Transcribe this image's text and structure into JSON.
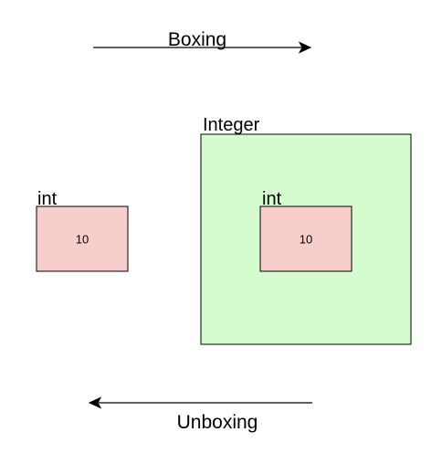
{
  "diagram": {
    "top_arrow": {
      "label": "Boxing",
      "direction": "right"
    },
    "bottom_arrow": {
      "label": "Unboxing",
      "direction": "left"
    },
    "standalone_int": {
      "type_label": "int",
      "value": "10"
    },
    "integer_box": {
      "type_label": "Integer",
      "inner_int": {
        "type_label": "int",
        "value": "10"
      }
    }
  },
  "colors": {
    "int_fill": "#f8cecc",
    "integer_fill": "#d5fccf",
    "stroke": "#000000"
  }
}
